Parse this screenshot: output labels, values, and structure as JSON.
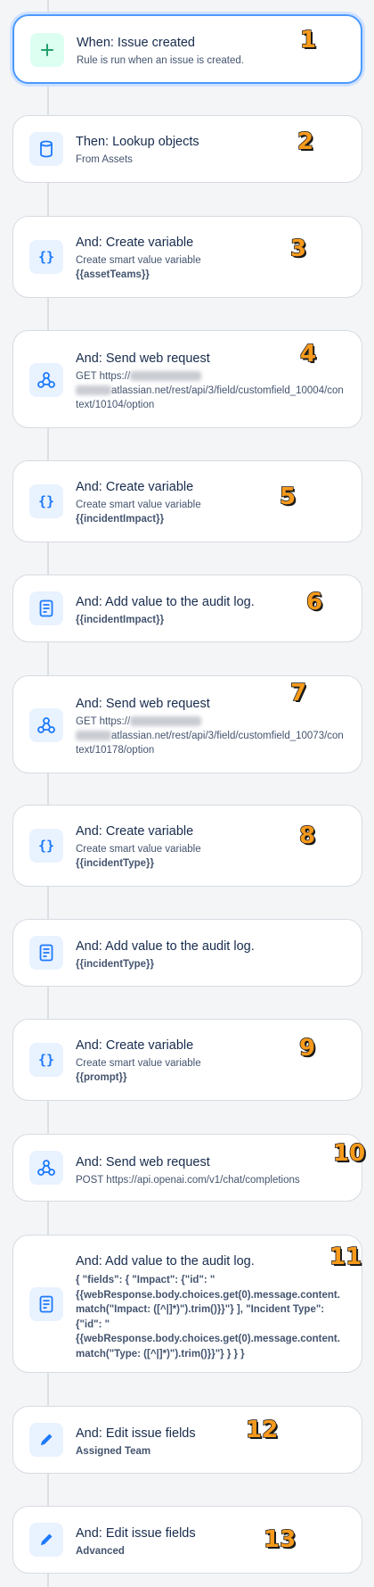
{
  "colors": {
    "accent": "#1d7afc",
    "green": "#22a06b",
    "annotation": "#f79a1c",
    "background": "#f4f5f7"
  },
  "steps": [
    {
      "number": "1",
      "title": "When: Issue created",
      "subtitle": "Rule is run when an issue is created.",
      "icon": "plus-icon"
    },
    {
      "number": "2",
      "title": "Then: Lookup objects",
      "subtitle": "From Assets",
      "icon": "database-icon"
    },
    {
      "number": "3",
      "title": "And: Create variable",
      "subtitle": "Create smart value variable",
      "detail": "{{assetTeams}}",
      "icon": "braces-icon"
    },
    {
      "number": "4",
      "title": "And: Send web request",
      "subtitle_prefix": "GET https://",
      "subtitle_suffix": "atlassian.net/rest/api/3/field/customfield_10004/context/10104/option",
      "icon": "webhook-icon"
    },
    {
      "number": "5",
      "title": "And: Create variable",
      "subtitle": "Create smart value variable",
      "detail": "{{incidentImpact}}",
      "icon": "braces-icon"
    },
    {
      "number": "6",
      "title": "And: Add value to the audit log.",
      "detail": "{{incidentImpact}}",
      "icon": "document-icon"
    },
    {
      "number": "7",
      "title": "And: Send web request",
      "subtitle_prefix": "GET https://",
      "subtitle_suffix": "atlassian.net/rest/api/3/field/customfield_10073/context/10178/option",
      "icon": "webhook-icon"
    },
    {
      "number": "8",
      "title": "And: Create variable",
      "subtitle": "Create smart value variable",
      "detail": "{{incidentType}}",
      "icon": "braces-icon"
    },
    {
      "number": "",
      "title": "And: Add value to the audit log.",
      "detail": "{{incidentType}}",
      "icon": "document-icon"
    },
    {
      "number": "9",
      "title": "And: Create variable",
      "subtitle": "Create smart value variable",
      "detail": "{{prompt}}",
      "icon": "braces-icon"
    },
    {
      "number": "10",
      "title": "And: Send web request",
      "subtitle": "POST https://api.openai.com/v1/chat/completions",
      "icon": "webhook-icon"
    },
    {
      "number": "11",
      "title": "And: Add value to the audit log.",
      "detail": "{ \"fields\": { \"Impact\": {\"id\": \"{{webResponse.body.choices.get(0).message.content.match(\"Impact: ([^|]*)\").trim()}}\"} ], \"Incident Type\": {\"id\": \"{{webResponse.body.choices.get(0).message.content.match(\"Type: ([^|]*)\").trim()}}\"} } } }",
      "icon": "document-icon"
    },
    {
      "number": "12",
      "title": "And: Edit issue fields",
      "detail": "Assigned Team",
      "icon": "pencil-icon"
    },
    {
      "number": "13",
      "title": "And: Edit issue fields",
      "detail": "Advanced",
      "icon": "pencil-icon"
    }
  ]
}
